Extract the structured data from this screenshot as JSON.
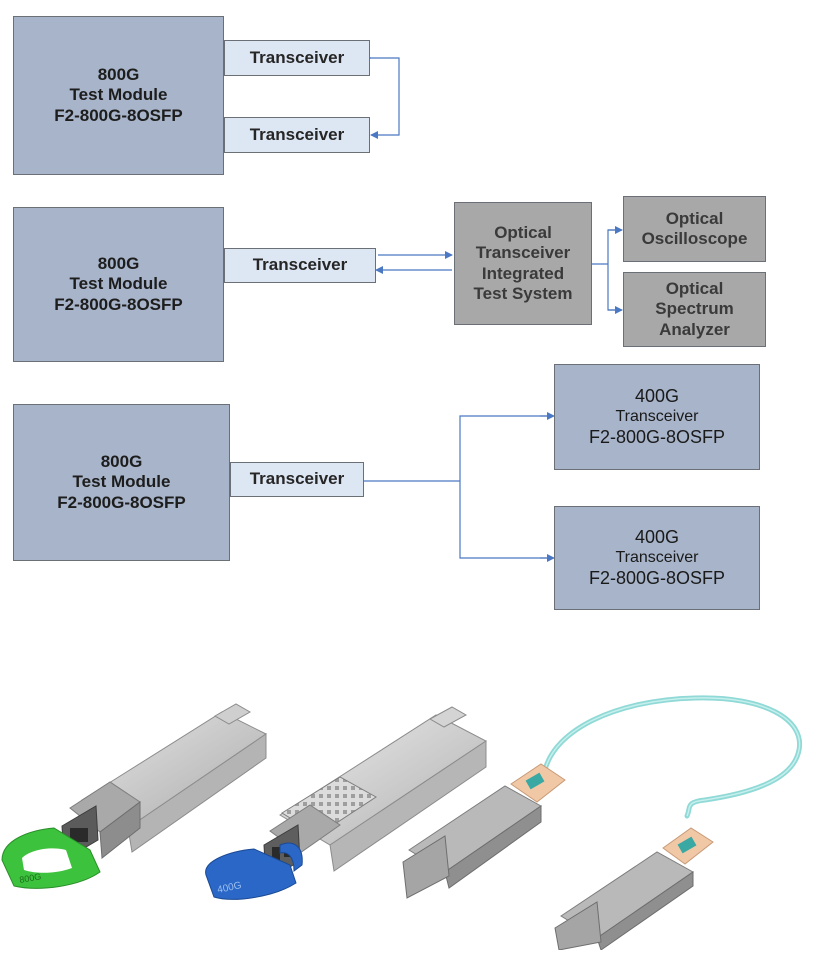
{
  "diagram_1": {
    "module": {
      "line1": "800G",
      "line2": "Test Module",
      "line3": "F2-800G-8OSFP"
    },
    "transceiver_top": "Transceiver",
    "transceiver_bottom": "Transceiver"
  },
  "diagram_2": {
    "module": {
      "line1": "800G",
      "line2": "Test Module",
      "line3": "F2-800G-8OSFP"
    },
    "transceiver": "Transceiver",
    "test_system": {
      "line1": "Optical",
      "line2": "Transceiver",
      "line3": "Integrated",
      "line4": "Test System"
    },
    "oscilloscope": {
      "line1": "Optical",
      "line2": "Oscilloscope"
    },
    "spectrum_analyzer": {
      "line1": "Optical",
      "line2": "Spectrum",
      "line3": "Analyzer"
    }
  },
  "diagram_3": {
    "module": {
      "line1": "800G",
      "line2": "Test Module",
      "line3": "F2-800G-8OSFP"
    },
    "transceiver": "Transceiver",
    "target_top": {
      "line1": "400G",
      "line2": "Transceiver",
      "line3": "F2-800G-8OSFP"
    },
    "target_bottom": {
      "line1": "400G",
      "line2": "Transceiver",
      "line3": "F2-800G-8OSFP"
    }
  },
  "products": {
    "osfp_label": "800G",
    "qsfp_label": "400G"
  },
  "colors": {
    "module_fill": "#a7b4c9",
    "transceiver_fill": "#dde6f3",
    "instrument_fill": "#a8a8a8",
    "connector_line": "#4a78c2",
    "pull_tab_green": "#3cc23c",
    "pull_tab_blue": "#2a67c7",
    "aoc_cable": "#8fd9d6"
  }
}
